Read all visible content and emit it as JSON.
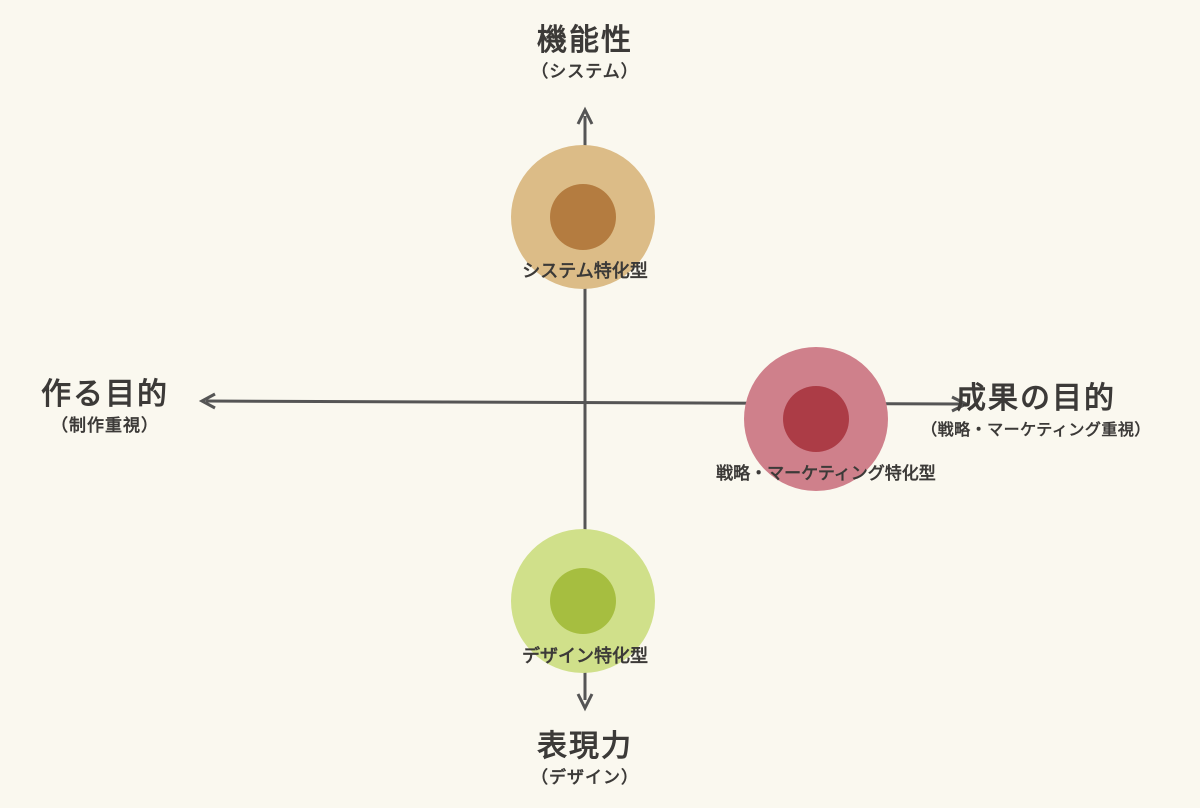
{
  "axes": {
    "top": {
      "title": "機能性",
      "subtitle": "（システム）"
    },
    "bottom": {
      "title": "表現力",
      "subtitle": "（デザイン）"
    },
    "left": {
      "title": "作る目的",
      "subtitle": "（制作重視）"
    },
    "right": {
      "title": "成果の目的",
      "subtitle": "（戦略・マーケティング重視）"
    }
  },
  "nodes": [
    {
      "id": "system",
      "label": "システム特化型",
      "outer_color": "#dcbc87",
      "inner_color": "#b47c40"
    },
    {
      "id": "strategy",
      "label": "戦略・マーケティング特化型",
      "outer_color": "#cf808b",
      "inner_color": "#ac3c46"
    },
    {
      "id": "design",
      "label": "デザイン特化型",
      "outer_color": "#d0e08a",
      "inner_color": "#a6be40"
    }
  ],
  "colors": {
    "background": "#faf8ef",
    "axis": "#555555",
    "text": "#3c3a38"
  }
}
